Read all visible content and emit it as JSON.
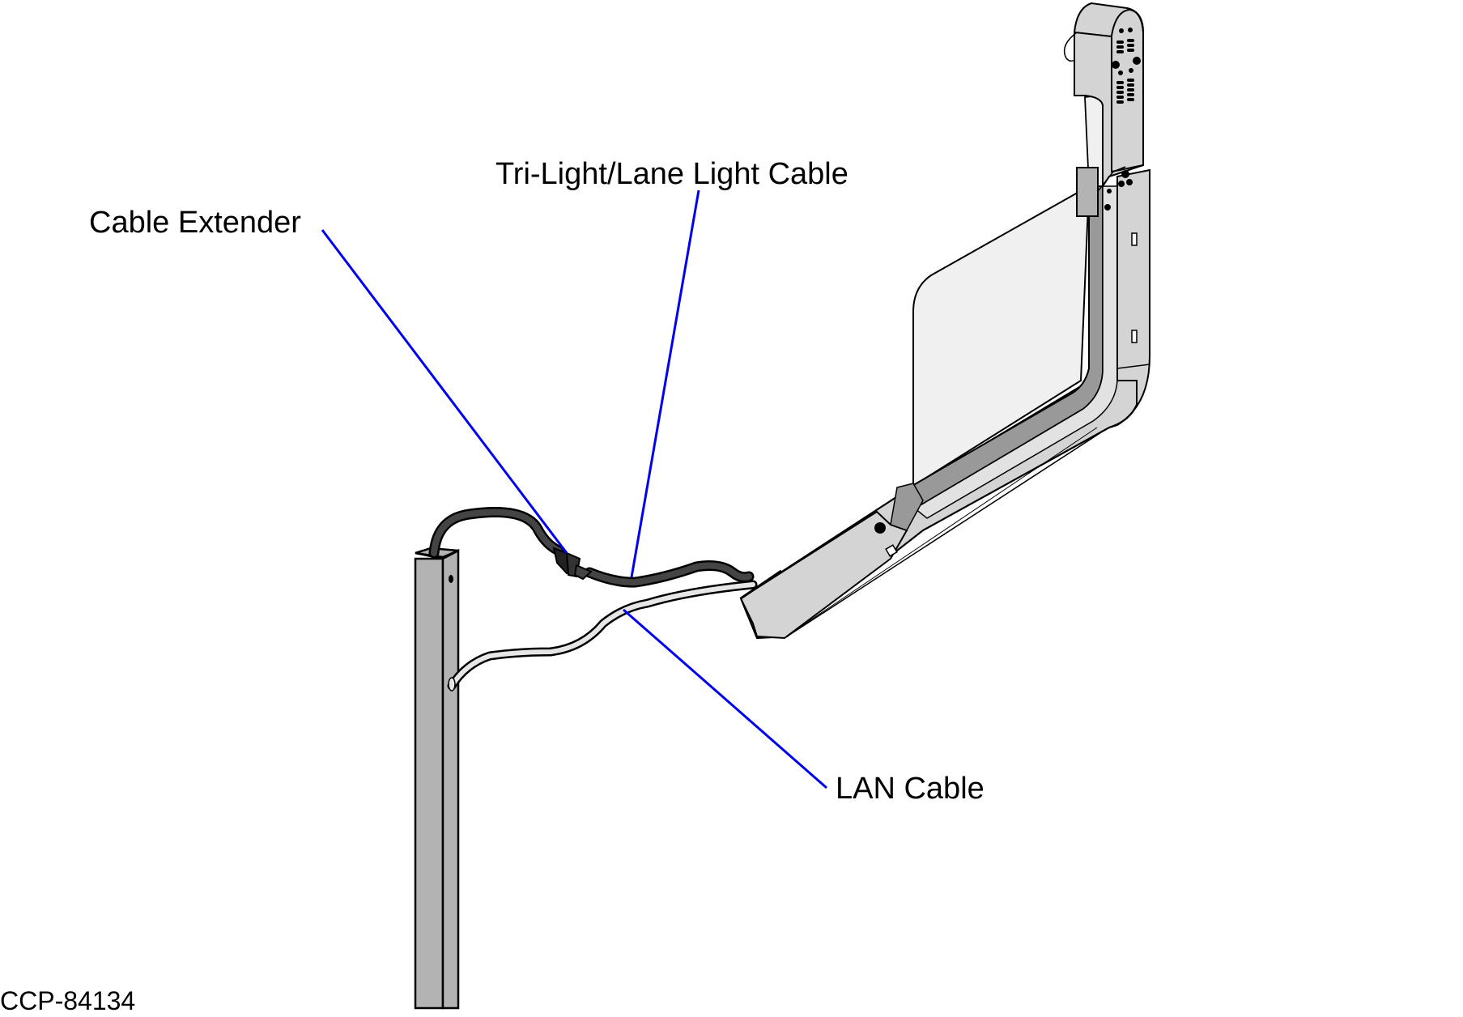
{
  "figure": {
    "id_label": "CCP-84134",
    "background": "#ffffff"
  },
  "callouts": [
    {
      "text": "Cable Extender",
      "target": "cable-extender-connector"
    },
    {
      "text": "Tri-Light/Lane Light Cable",
      "target": "tri-light-cable"
    },
    {
      "text": "LAN Cable",
      "target": "lan-cable"
    }
  ],
  "colors": {
    "leader_line": "#0000ee",
    "post_fill": "#b3b3b3",
    "device_fill": "#d4d4d4",
    "device_panel": "#f0f0f0",
    "channel_dark": "#999999",
    "tri_light_cable": "#444444",
    "lan_cable": "#e6e6e6",
    "outline": "#000000"
  }
}
